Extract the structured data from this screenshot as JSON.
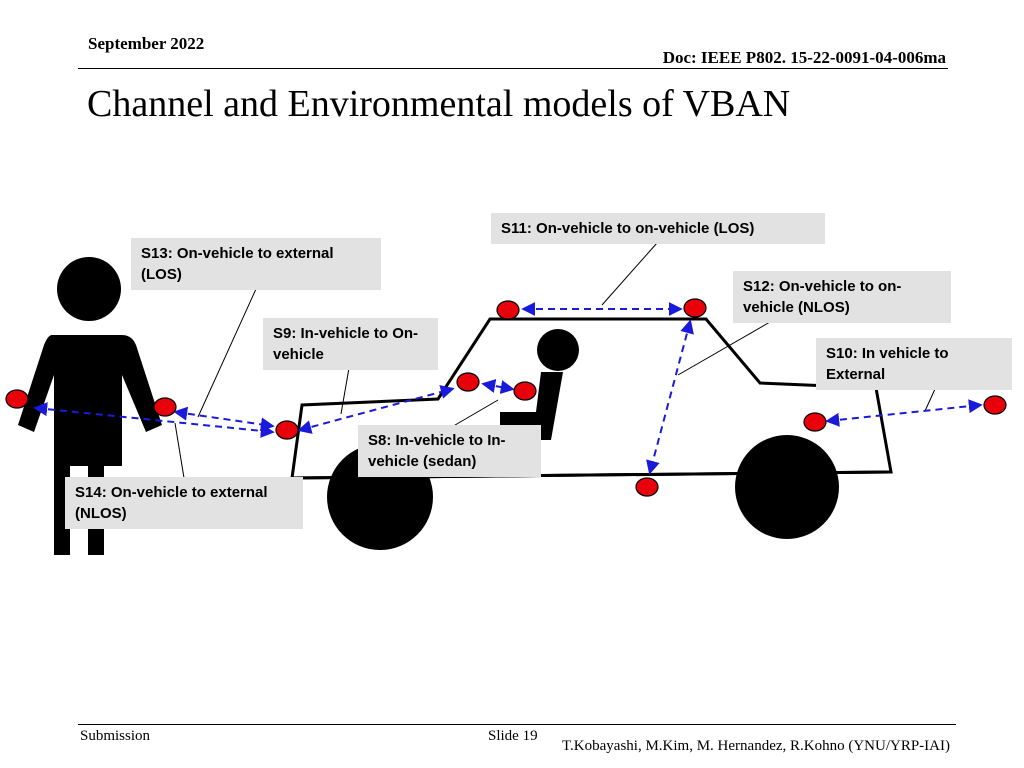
{
  "header": {
    "date": "September 2022",
    "doc": "Doc: IEEE P802. 15-22-0091-04-006ma"
  },
  "title": "Channel and Environmental models of VBAN",
  "labels": {
    "s11": "S11: On-vehicle to on-vehicle (LOS)",
    "s13": "S13: On-vehicle to external (LOS)",
    "s12": "S12: On-vehicle to on-vehicle (NLOS)",
    "s9": "S9: In-vehicle to On-vehicle",
    "s10": "S10: In vehicle to External",
    "s8": "S8: In-vehicle to In-vehicle (sedan)",
    "s14": "S14: On-vehicle to external (NLOS)"
  },
  "colors": {
    "node": "#e8000b",
    "link": "#1a1adb",
    "label_bg": "#e2e2e2",
    "figure": "#000000"
  },
  "footer": {
    "submission": "Submission",
    "slide": "Slide 19",
    "authors": "T.Kobayashi, M.Kim, M. Hernandez, R.Kohno (YNU/YRP-IAI)"
  }
}
